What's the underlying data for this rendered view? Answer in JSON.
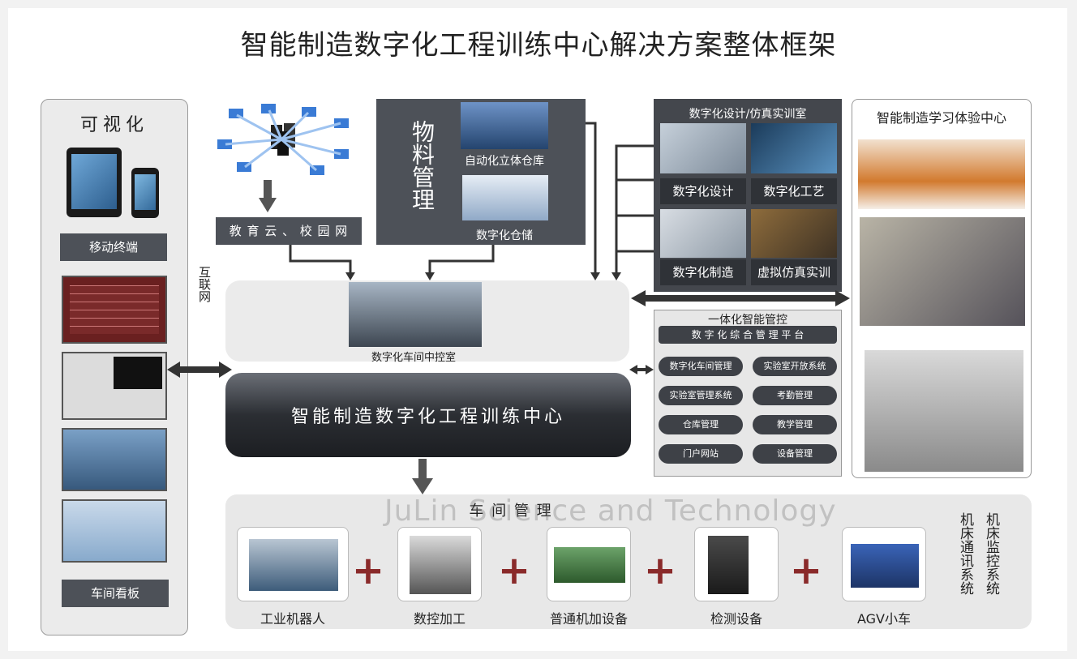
{
  "title": "智能制造数字化工程训练中心解决方案整体框架",
  "left_panel": {
    "heading": "可视化",
    "mobile_label": "移动终端",
    "board_label": "车间看板"
  },
  "cloud": {
    "label": "教 育 云 、 校 园 网"
  },
  "internet_label": "互联网",
  "material": {
    "heading": "物料管理",
    "item1": "自动化立体仓库",
    "item2": "数字化仓储"
  },
  "design_room": {
    "heading": "数字化设计/仿真实训室",
    "btn1": "数字化设计",
    "btn2": "数字化工艺",
    "btn3": "数字化制造",
    "btn4": "虚拟仿真实训"
  },
  "experience": {
    "heading": "智能制造学习体验中心"
  },
  "control_room": {
    "label": "数字化车间中控室"
  },
  "center": {
    "label": "智能制造数字化工程训练中心"
  },
  "mgmt": {
    "heading": "一体化智能管控",
    "platform": "数 字 化 综 合 管 理 平 台",
    "items": [
      "数字化车间管理",
      "实验室开放系统",
      "实验室管理系统",
      "考勤管理",
      "仓库管理",
      "教学管理",
      "门户网站",
      "设备管理"
    ]
  },
  "workshop": {
    "heading": "车 间 管 理",
    "machines": [
      "工业机器人",
      "数控加工",
      "普通机加设备",
      "检测设备",
      "AGV小车"
    ],
    "side1": "机床通讯系统",
    "side2": "机床监控系统"
  },
  "watermark_en": "JuLin Science and Technology",
  "colors": {
    "dark": "#4d5158",
    "accent": "#8a2a2a"
  }
}
